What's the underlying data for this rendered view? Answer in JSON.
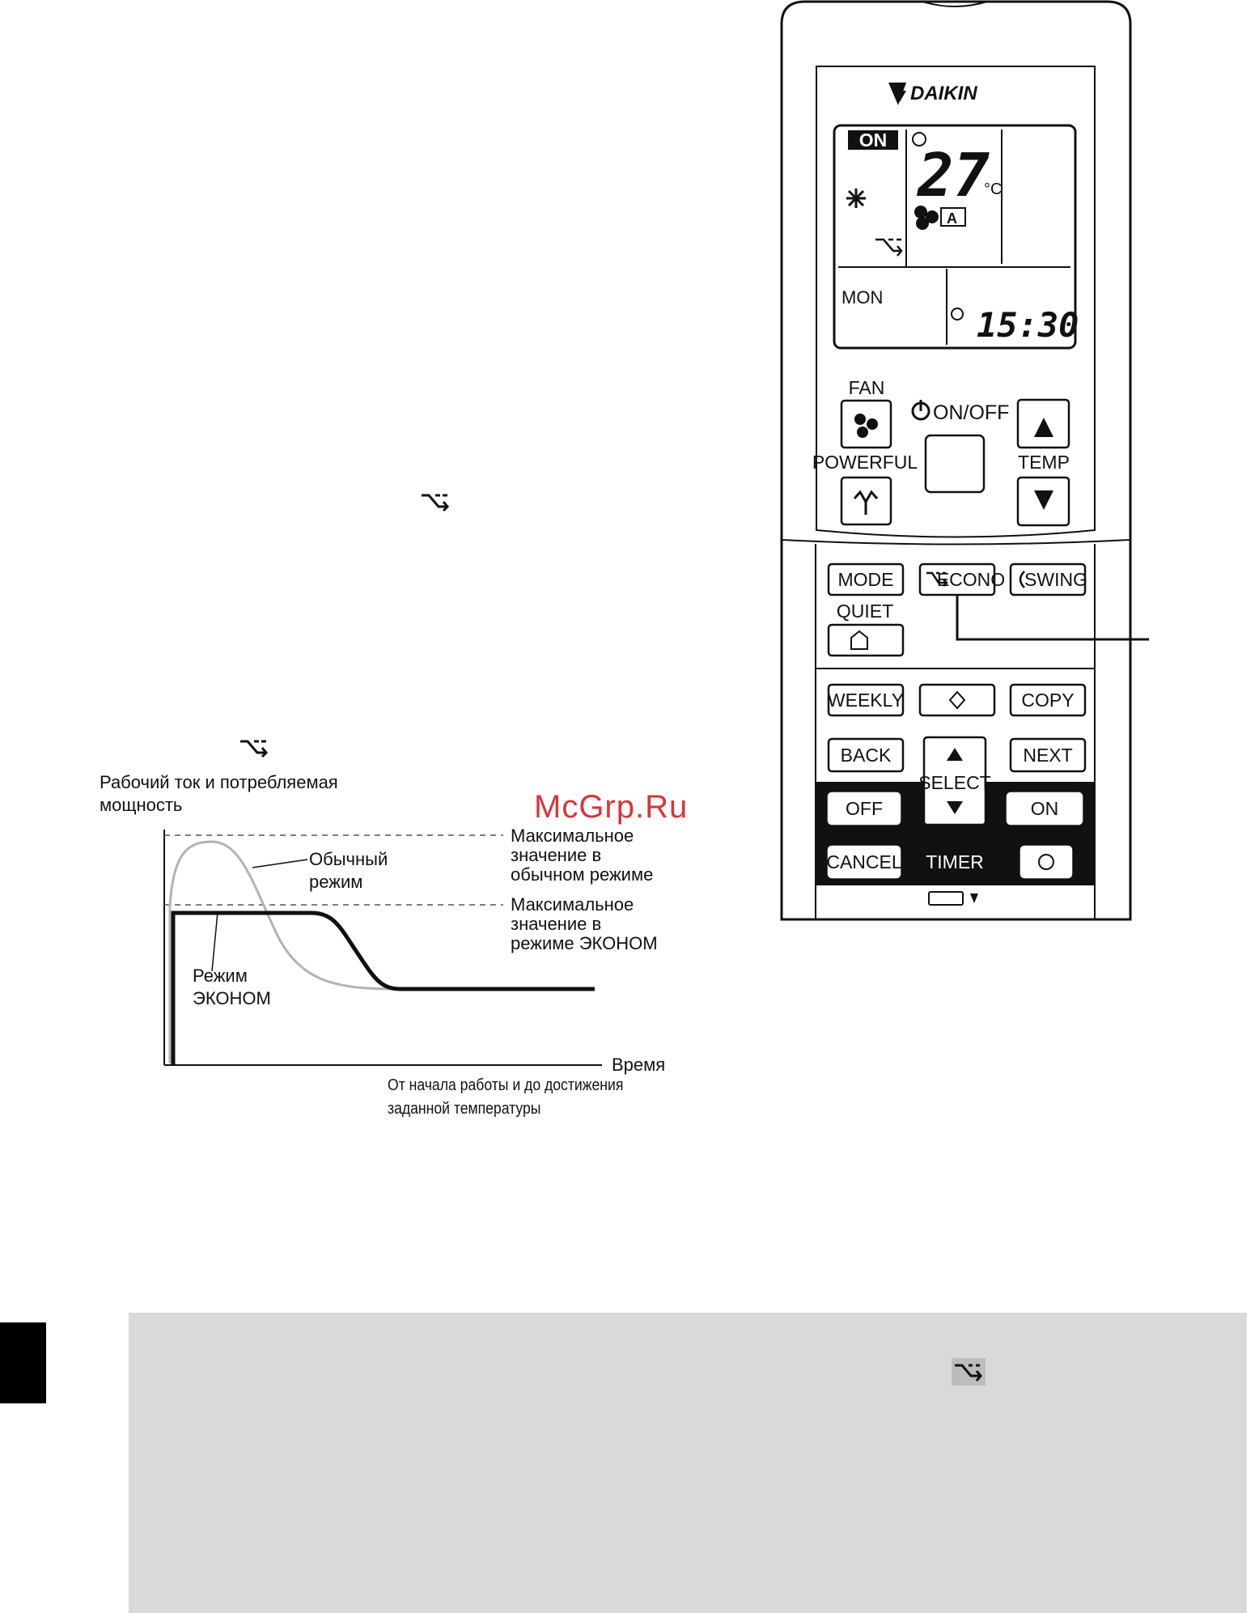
{
  "watermark": "McGrp.Ru",
  "remote": {
    "brand": "DAIKIN",
    "display": {
      "power_badge": "ON",
      "temperature": "27",
      "temp_unit": "°C",
      "fan_mode": "A",
      "day": "MON",
      "time": "15:30"
    },
    "buttons": {
      "fan": "FAN",
      "on_off": "ON/OFF",
      "powerful": "POWERFUL",
      "temp": "TEMP",
      "mode": "MODE",
      "econo": "ECONO",
      "swing": "SWING",
      "quiet": "QUIET",
      "weekly": "WEEKLY",
      "copy": "COPY",
      "back": "BACK",
      "next": "NEXT",
      "select": "SELECT",
      "off": "OFF",
      "on": "ON",
      "cancel": "CANCEL",
      "timer": "TIMER"
    }
  },
  "graph": {
    "ylabel_line1": "Рабочий ток и потребляемая",
    "ylabel_line2": "мощность",
    "normal_label_line1": "Обычный",
    "normal_label_line2": "режим",
    "econo_label_line1": "Режим",
    "econo_label_line2": "ЭКОНОМ",
    "max_normal_line1": "Максимальное",
    "max_normal_line2": "значение в",
    "max_normal_line3": "обычном режиме",
    "max_econo_line1": "Максимальное",
    "max_econo_line2": "значение в",
    "max_econo_line3": "режиме ЭКОНОМ",
    "xlabel": "Время",
    "caption_line1": "От начала работы и до достижения",
    "caption_line2": "заданной температуры"
  },
  "icons": {
    "econo_symbol": "econo-icon"
  }
}
